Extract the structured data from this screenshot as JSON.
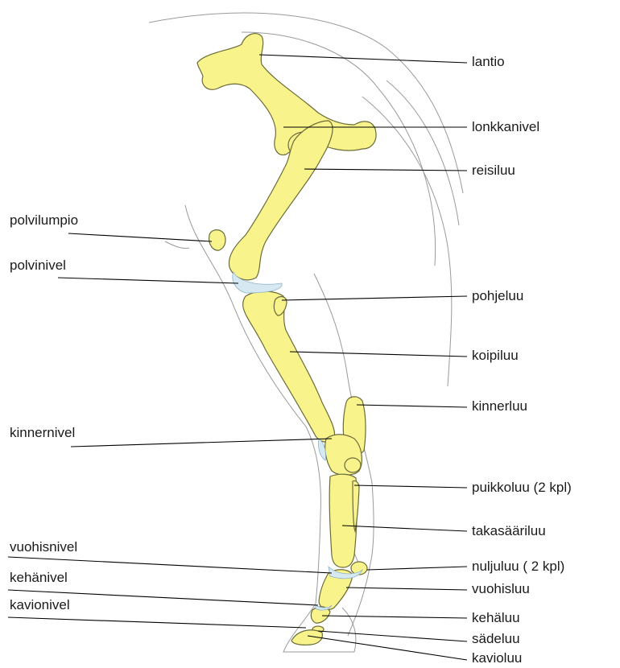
{
  "colors": {
    "bone": "#f8f38a",
    "bone_outline": "#6b6b3a",
    "cartilage": "#d6e9f2",
    "skin_outline": "#9a9a9a",
    "leader_line": "#000000"
  },
  "labels": {
    "lantio": "lantio",
    "lonkkanivel": "lonkkanivel",
    "reisiluu": "reisiluu",
    "polvilumpio": "polvilumpio",
    "polvinivel": "polvinivel",
    "pohjeluu": "pohjeluu",
    "koipiluu": "koipiluu",
    "kinnerluu": "kinnerluu",
    "kinnernivel": "kinnernivel",
    "puikkoluu": "puikkoluu (2 kpl)",
    "takasaariluu": "takasääriluu",
    "vuohisnivel": "vuohisnivel",
    "nuljuluu": "nuljuluu ( 2 kpl)",
    "vuohisluu": "vuohisluu",
    "kehanivel": "kehänivel",
    "kehaluu": "kehäluu",
    "kavionivel": "kavionivel",
    "sadeluu": "sädeluu",
    "kavioluu": "kavioluu"
  }
}
